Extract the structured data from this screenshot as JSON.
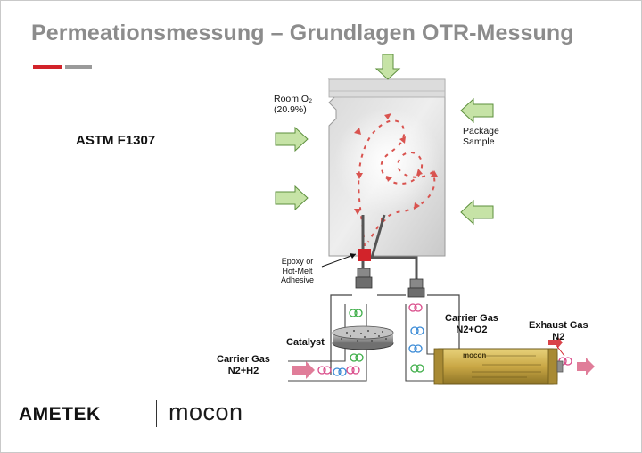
{
  "title": "Permeationsmessung – Grundlagen OTR-Messung",
  "standard": "ASTM F1307",
  "labels": {
    "room_o2_line1": "Room O₂",
    "room_o2_line2": "(20.9%)",
    "package_line1": "Package",
    "package_line2": "Sample",
    "epoxy_line1": "Epoxy or",
    "epoxy_line2": "Hot-Melt",
    "epoxy_line3": "Adhesive",
    "catalyst": "Catalyst",
    "carrier_in_line1": "Carrier Gas",
    "carrier_in_line2": "N2+H2",
    "carrier_mid_line1": "Carrier Gas",
    "carrier_mid_line2": "N2+O2",
    "exhaust_line1": "Exhaust Gas",
    "exhaust_line2": "N2"
  },
  "sensor_label": "mocon",
  "footer": {
    "ametek": "AMETEK",
    "mocon": "mocon"
  },
  "colors": {
    "title_gray": "#8c8c8c",
    "accent_red": "#d2232a",
    "arrow_green": "#c6e3a6",
    "arrow_green_stroke": "#5c8f3c",
    "flow_red": "#d9534f",
    "sensor_gold": "#c9a745"
  }
}
